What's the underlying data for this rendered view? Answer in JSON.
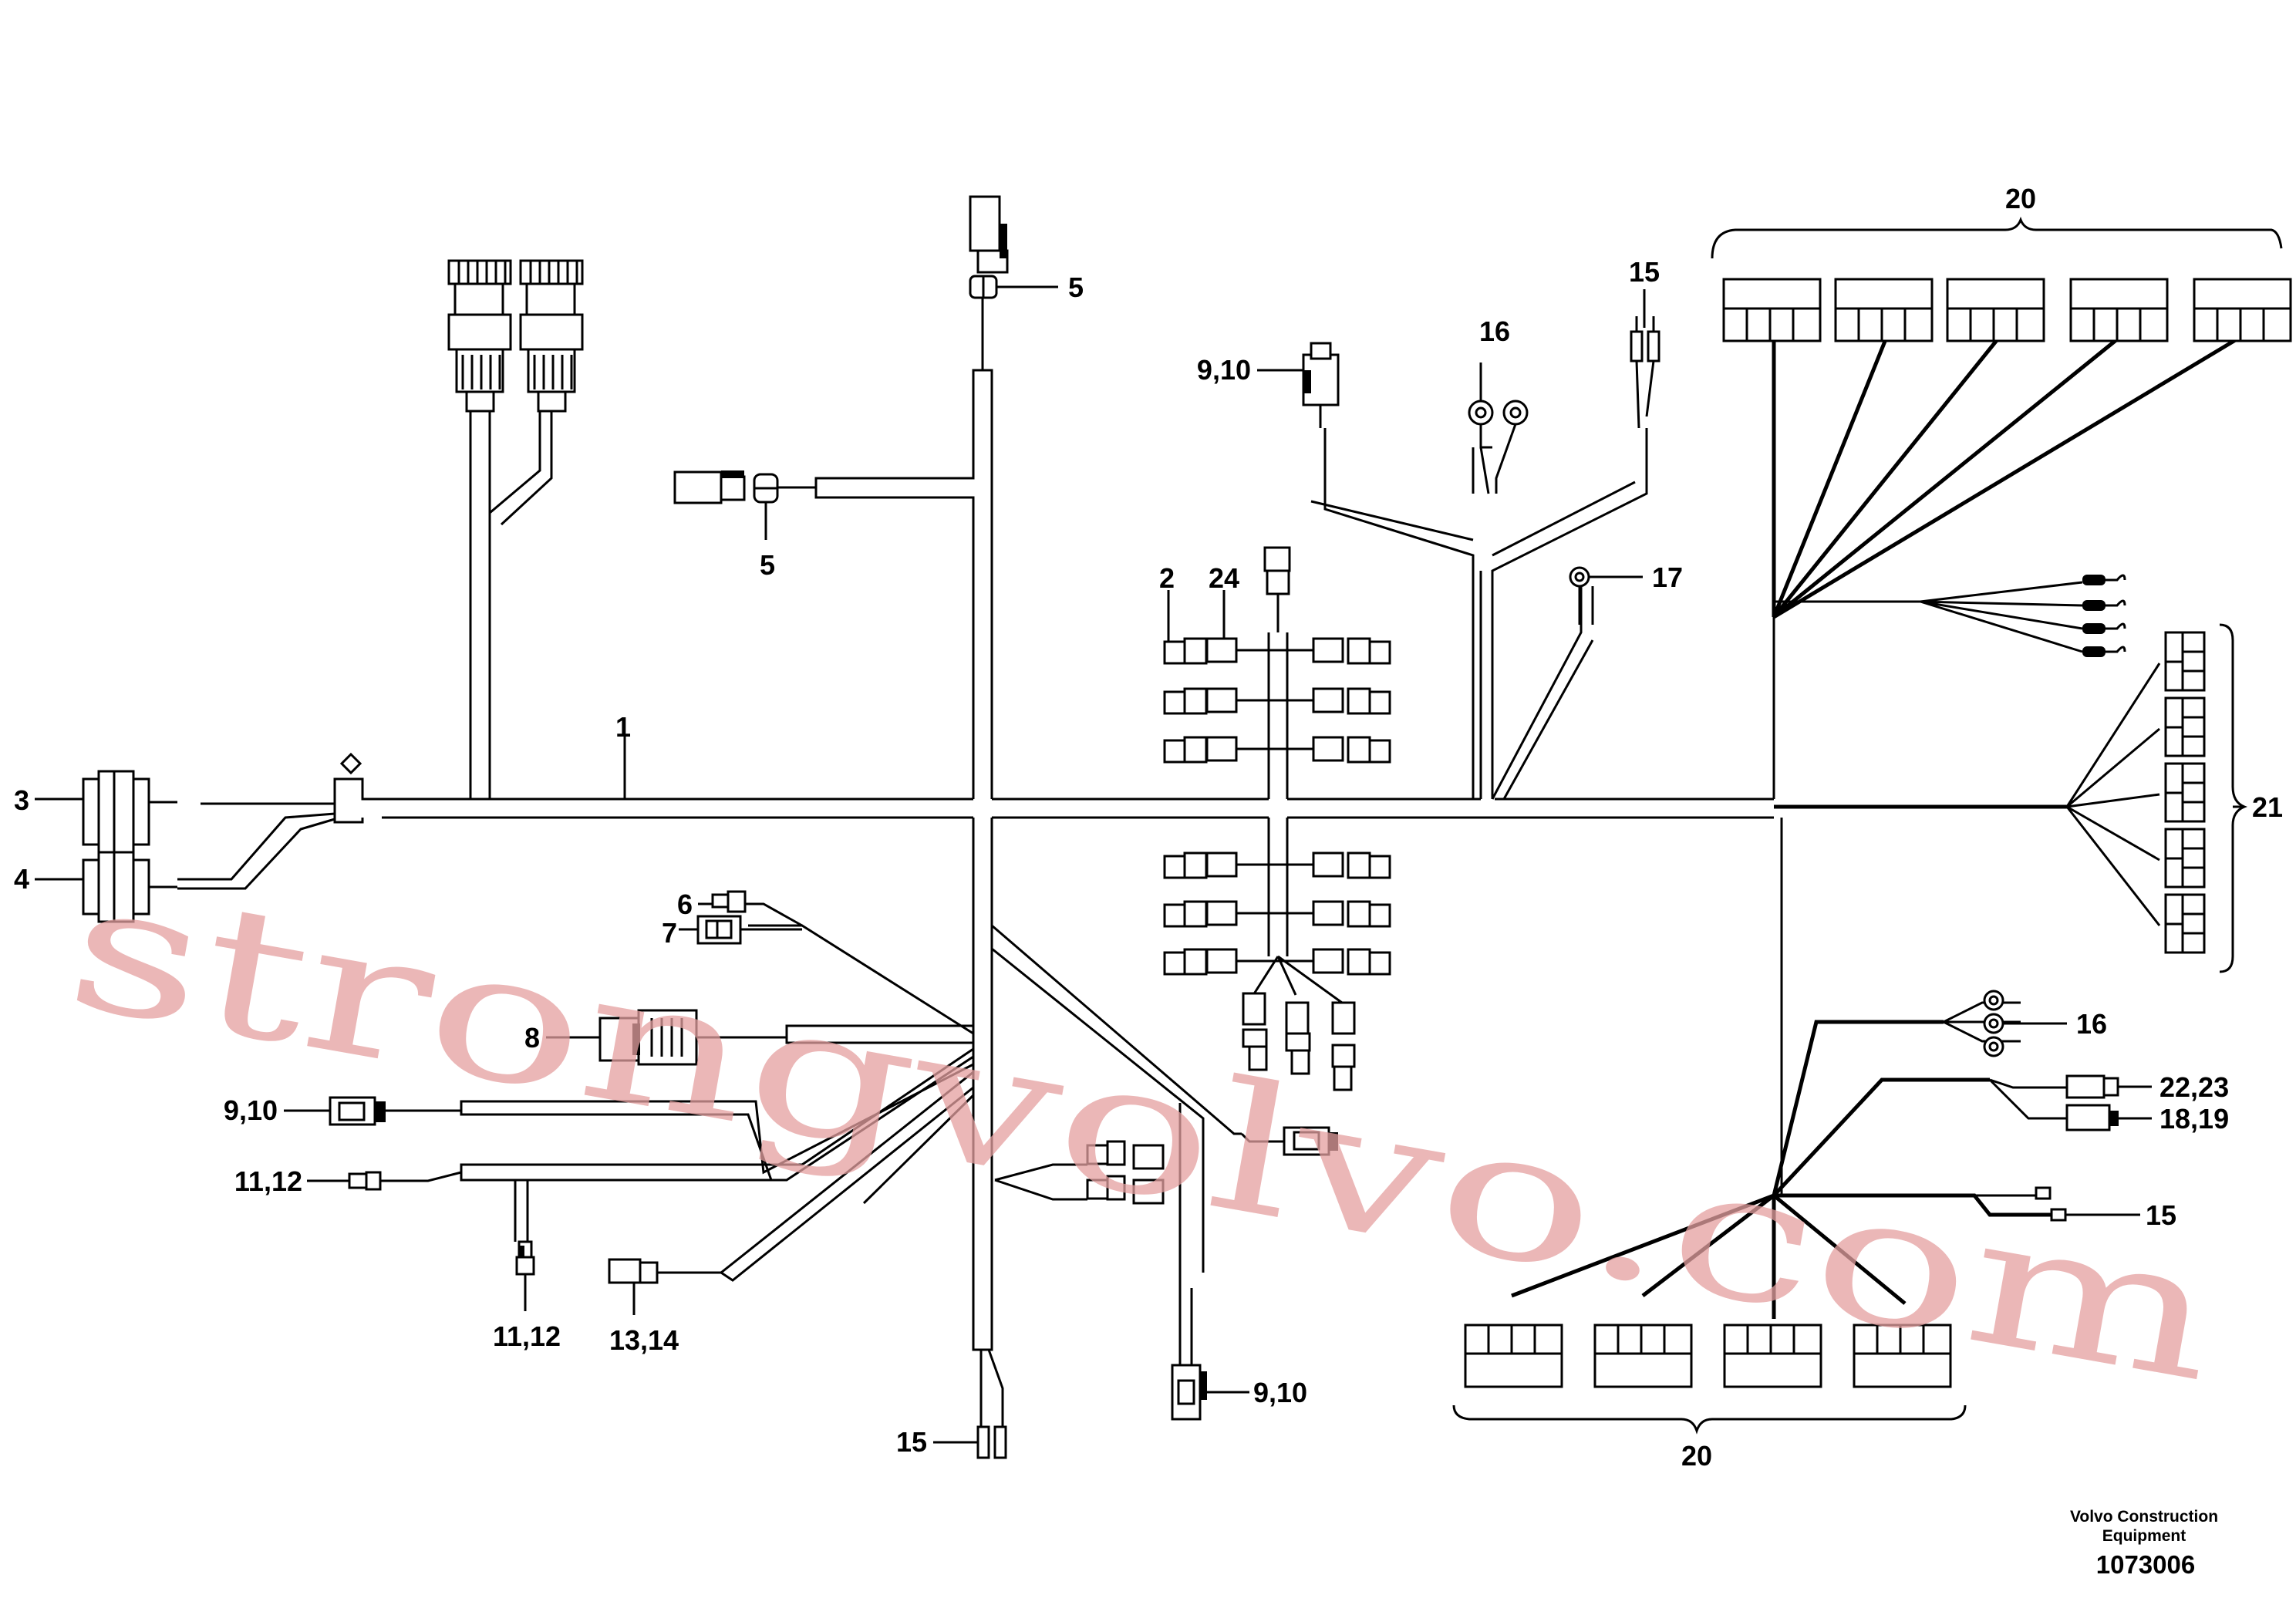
{
  "callouts": {
    "c1": "1",
    "c2": "2",
    "c3": "3",
    "c4": "4",
    "c5a": "5",
    "c5b": "5",
    "c6": "6",
    "c7": "7",
    "c8": "8",
    "c9a": "9,10",
    "c9b": "9,10",
    "c9c": "9,10",
    "c11a": "11,12",
    "c11b": "11,12",
    "c13": "13,14",
    "c15a": "15",
    "c15b": "15",
    "c15c": "15",
    "c16a": "16",
    "c16b": "16",
    "c17": "17",
    "c18": "18,19",
    "c20a": "20",
    "c20b": "20",
    "c21": "21",
    "c22": "22,23",
    "c24": "24"
  },
  "watermark": "strongvolvo.com",
  "footer": {
    "company_line1": "Volvo Construction",
    "company_line2": "Equipment",
    "drawing_number": "1073006"
  }
}
